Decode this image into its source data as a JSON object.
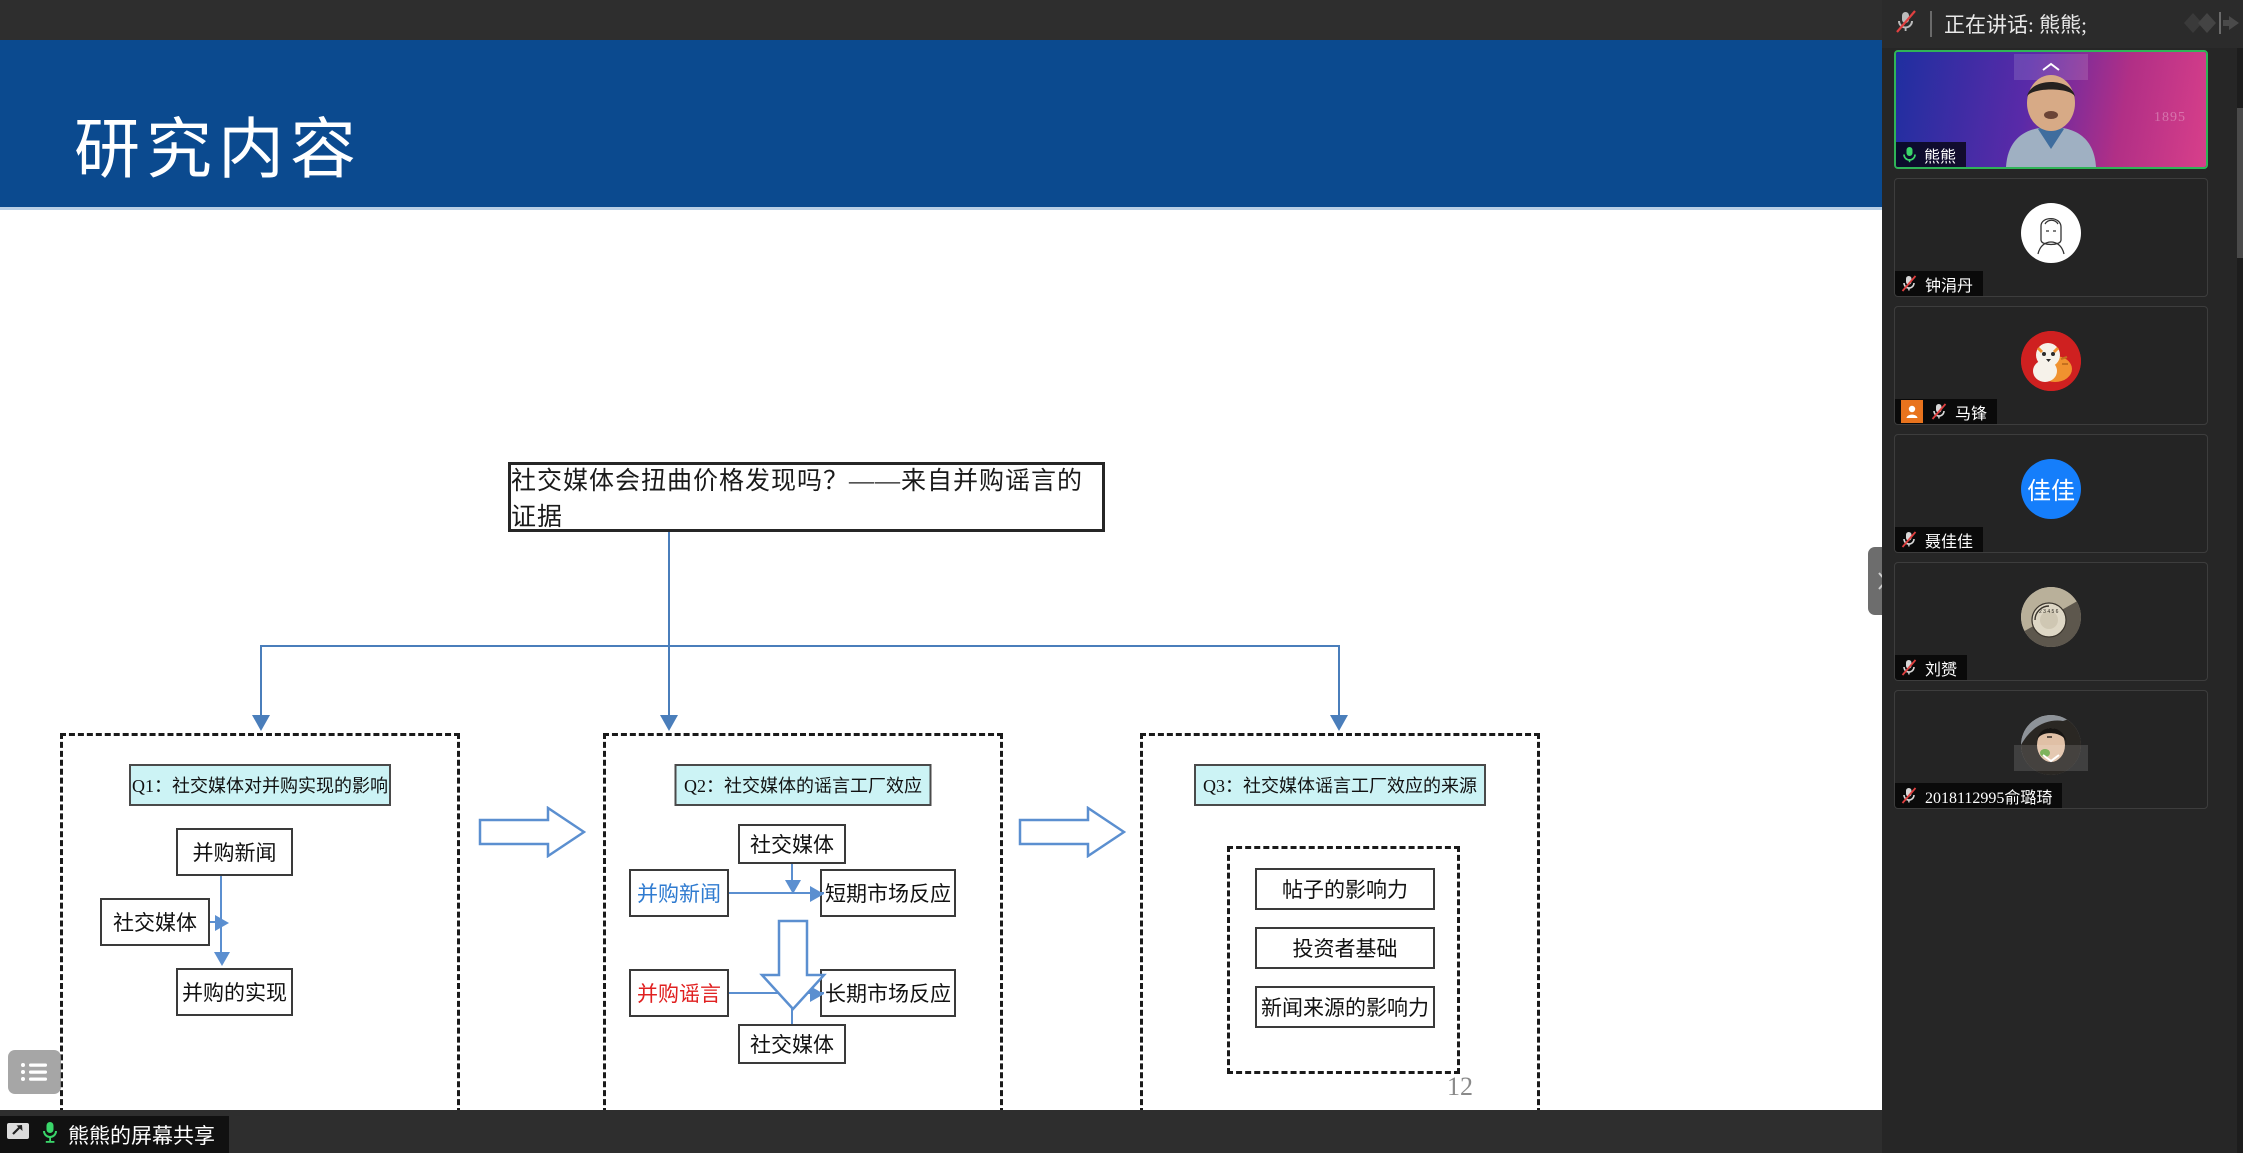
{
  "meeting": {
    "speaking_label": "正在讲话: 熊熊;",
    "screen_share_status": "熊熊的屏幕共享",
    "mic_muted_icon": "mic-muted-icon",
    "share-icon": "screen-share-icon",
    "collapse_icon": "chevron-right-icon",
    "participants": [
      {
        "name": "熊熊",
        "avatar_type": "video",
        "muted": false,
        "active_speaker": true,
        "host": false,
        "initials": "",
        "watermark": "1895"
      },
      {
        "name": "钟涓丹",
        "avatar_type": "sketch",
        "muted": true,
        "active_speaker": false,
        "host": false,
        "initials": ""
      },
      {
        "name": "马锋",
        "avatar_type": "tiger",
        "muted": true,
        "active_speaker": false,
        "host": true,
        "initials": ""
      },
      {
        "name": "聂佳佳",
        "avatar_type": "initials",
        "muted": true,
        "active_speaker": false,
        "host": false,
        "initials": "佳佳"
      },
      {
        "name": "刘赟",
        "avatar_type": "camera",
        "muted": true,
        "active_speaker": false,
        "host": false,
        "initials": ""
      },
      {
        "name": "2018112995俞璐琦",
        "avatar_type": "photo",
        "muted": true,
        "active_speaker": false,
        "host": false,
        "initials": ""
      }
    ]
  },
  "slide": {
    "title": "研究内容",
    "page_number": "12",
    "header_color": "#0B4A8F",
    "accent_color": "#4a7ebb",
    "q_label_color": "#CCF3F5",
    "main_question": "社交媒体会扭曲价格发现吗？——来自并购谣言的证据",
    "groups": [
      {
        "label": "Q1：社交媒体对并购实现的影响",
        "nodes": [
          {
            "text": "并购新闻",
            "color": "default"
          },
          {
            "text": "社交媒体",
            "color": "default"
          },
          {
            "text": "并购的实现",
            "color": "default"
          }
        ]
      },
      {
        "label": "Q2：社交媒体的谣言工厂效应",
        "nodes": [
          {
            "text": "社交媒体",
            "color": "default"
          },
          {
            "text": "并购新闻",
            "color": "blue"
          },
          {
            "text": "短期市场反应",
            "color": "default"
          },
          {
            "text": "并购谣言",
            "color": "red"
          },
          {
            "text": "长期市场反应",
            "color": "default"
          },
          {
            "text": "社交媒体",
            "color": "default"
          }
        ]
      },
      {
        "label": "Q3：社交媒体谣言工厂效应的来源",
        "nodes": [
          {
            "text": "帖子的影响力",
            "color": "default"
          },
          {
            "text": "投资者基础",
            "color": "default"
          },
          {
            "text": "新闻来源的影响力",
            "color": "default"
          }
        ]
      }
    ]
  }
}
